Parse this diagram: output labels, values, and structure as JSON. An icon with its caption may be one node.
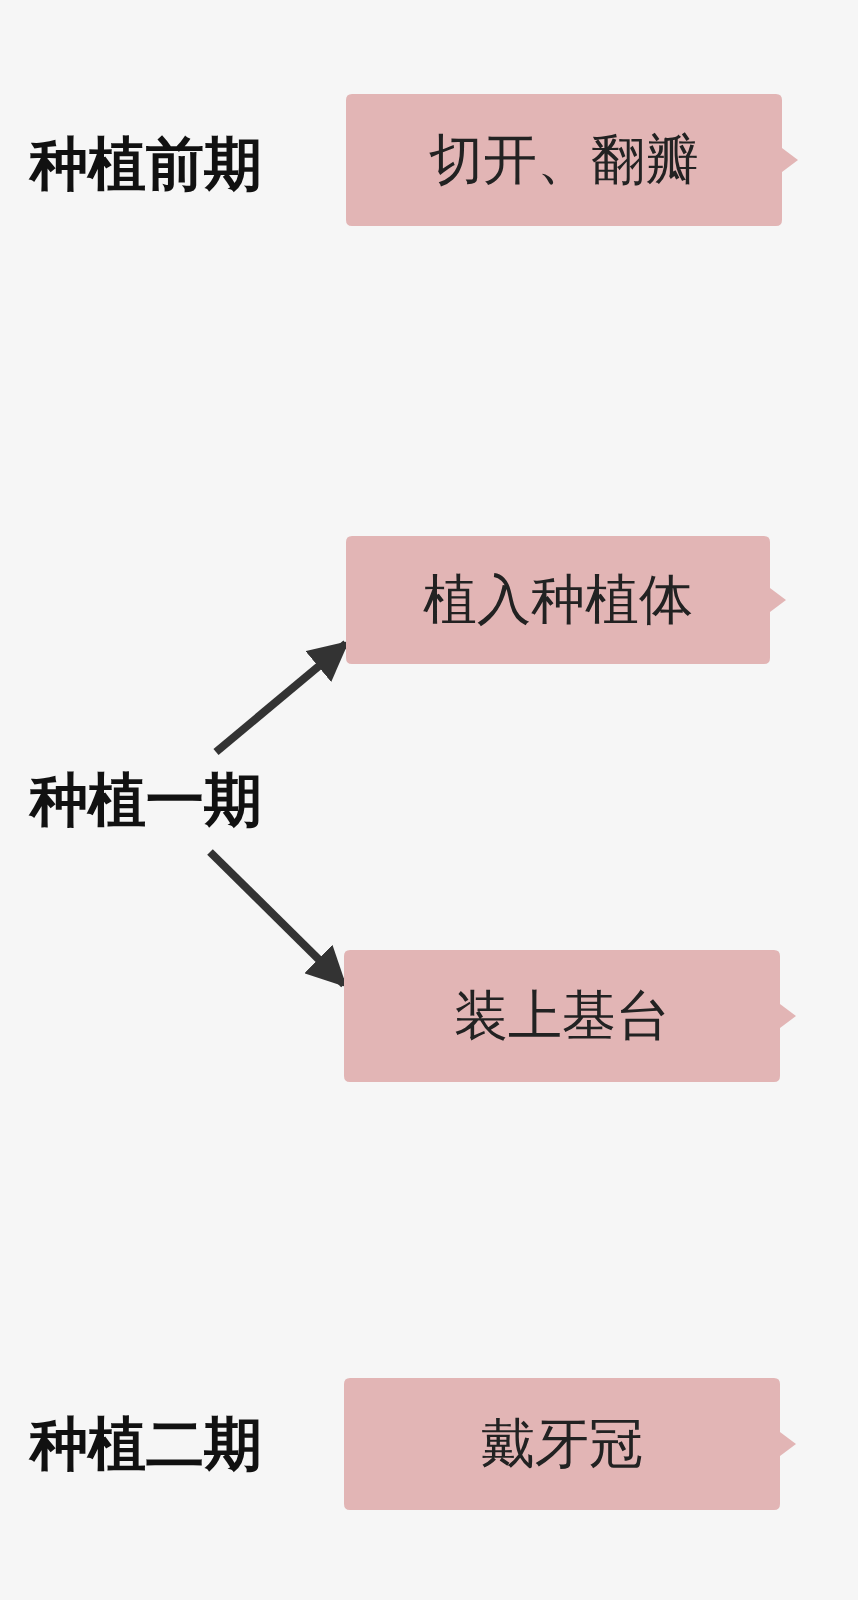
{
  "diagram": {
    "nodes": [
      {
        "text": [
          "种植前期"
        ]
      },
      {
        "text": [
          "切开、翻瓣"
        ]
      },
      {
        "text": [
          "种植一期"
        ]
      },
      {
        "text": [
          "植入种植体"
        ]
      },
      {
        "text": [
          "装上基台"
        ]
      },
      {
        "text": [
          "种植二期"
        ]
      },
      {
        "text": [
          "戴牙冠"
        ]
      }
    ],
    "edges": [
      {
        "from": 2,
        "to": 3,
        "arrow": "to"
      },
      {
        "from": 2,
        "to": 4,
        "arrow": "to"
      }
    ]
  }
}
